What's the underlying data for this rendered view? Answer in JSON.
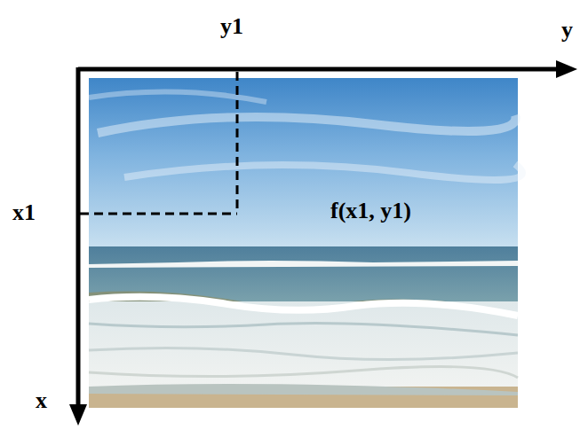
{
  "diagram": {
    "labels": [
      "y1",
      "y",
      "x1",
      "f(x1, y1)",
      "x"
    ]
  }
}
